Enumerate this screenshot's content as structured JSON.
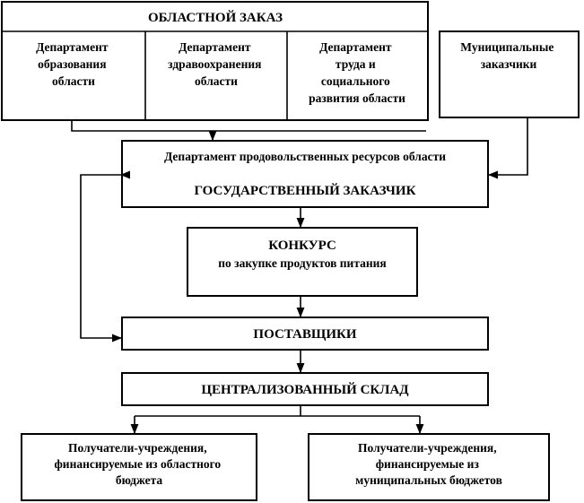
{
  "regional_order": {
    "title": "ОБЛАСТНОЙ ЗАКАЗ",
    "departments": [
      {
        "lines": [
          "Департамент",
          "образования",
          "области"
        ]
      },
      {
        "lines": [
          "Департамент",
          "здравоохранения",
          "области"
        ]
      },
      {
        "lines": [
          "Департамент",
          "труда и",
          "социального",
          "развития области"
        ]
      }
    ]
  },
  "municipal": {
    "lines": [
      "Муниципальные",
      "заказчики"
    ]
  },
  "state_customer": {
    "line1": "Департамент продовольственных ресурсов области",
    "line2": "ГОСУДАРСТВЕННЫЙ ЗАКАЗЧИК"
  },
  "tender": {
    "line1": "КОНКУРС",
    "line2": "по закупке продуктов питания"
  },
  "suppliers": {
    "label": "ПОСТАВЩИКИ"
  },
  "warehouse": {
    "label": "ЦЕНТРАЛИЗОВАННЫЙ СКЛАД"
  },
  "recipients": [
    {
      "lines": [
        "Получатели-учреждения,",
        "финансируемые из областного",
        "бюджета"
      ]
    },
    {
      "lines": [
        "Получатели-учреждения,",
        "финансируемые из",
        "муниципальных бюджетов"
      ]
    }
  ],
  "colors": {
    "stroke": "#000000",
    "background": "#ffffff"
  }
}
